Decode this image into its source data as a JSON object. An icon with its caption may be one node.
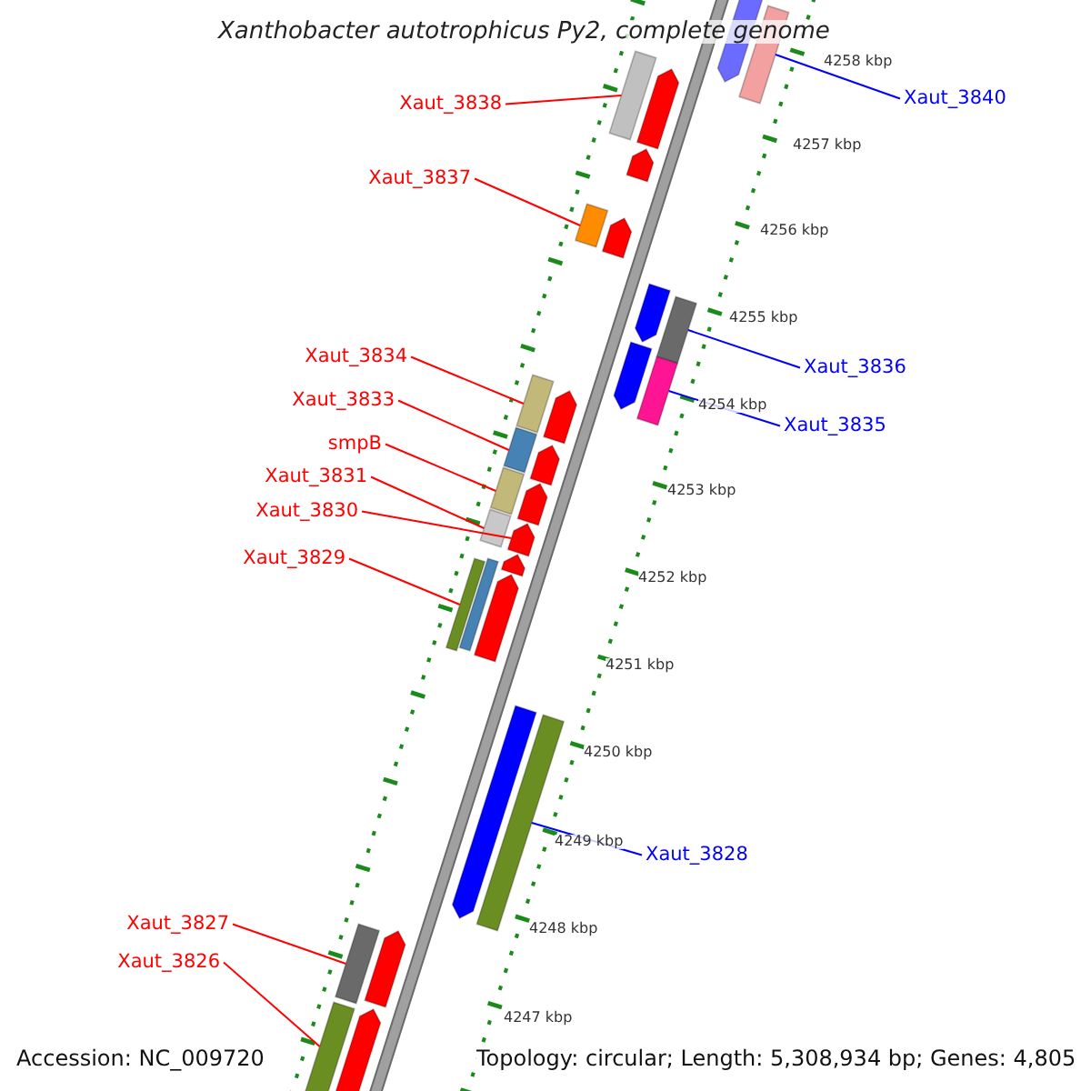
{
  "diagram": {
    "title": "Xanthobacter autotrophicus Py2, complete genome",
    "nodes": [
      {
        "text": [
          "Xaut_3838"
        ]
      },
      {
        "text": [
          "Xaut_3840"
        ]
      },
      {
        "text": [
          "Xaut_3837"
        ]
      },
      {
        "text": [
          "Xaut_3836"
        ]
      },
      {
        "text": [
          "Xaut_3834"
        ]
      },
      {
        "text": [
          "Xaut_3835"
        ]
      },
      {
        "text": [
          "Xaut_3833"
        ]
      },
      {
        "text": [
          "smpB"
        ]
      },
      {
        "text": [
          "Xaut_3831"
        ]
      },
      {
        "text": [
          "Xaut_3830"
        ]
      },
      {
        "text": [
          "Xaut_3829"
        ]
      },
      {
        "text": [
          "Xaut_3828"
        ]
      },
      {
        "text": [
          "Xaut_3827"
        ]
      },
      {
        "text": [
          "Xaut_3826"
        ]
      },
      {
        "text": [],
        "shape": "bar"
      },
      {
        "text": [],
        "shape": "bar"
      },
      {
        "text": [],
        "shape": "bar"
      },
      {
        "text": [],
        "shape": "bar"
      },
      {
        "text": [],
        "shape": "bar"
      },
      {
        "text": [],
        "shape": "bar"
      },
      {
        "text": [],
        "shape": "bar"
      },
      {
        "text": [],
        "shape": "bar"
      },
      {
        "text": [],
        "shape": "bar"
      },
      {
        "text": [],
        "shape": "bar"
      },
      {
        "text": [],
        "shape": "bar"
      },
      {
        "text": [],
        "shape": "bar"
      },
      {
        "text": [],
        "shape": "bar"
      },
      {
        "text": [],
        "shape": "bar"
      },
      {
        "text": [],
        "shape": "bar"
      },
      {
        "text": [],
        "shape": "bar"
      },
      {
        "text": [],
        "shape": "bar"
      },
      {
        "text": [],
        "shape": "bar"
      },
      {
        "text": [],
        "shape": "bar"
      },
      {
        "text": [],
        "shape": "bar"
      },
      {
        "text": [],
        "shape": "bar"
      },
      {
        "text": [],
        "shape": "bar"
      },
      {
        "text": [],
        "shape": "bar"
      },
      {
        "text": [],
        "shape": "bar"
      },
      {
        "text": [],
        "shape": "bar"
      },
      {
        "text": [],
        "shape": "bar"
      },
      {
        "text": [],
        "shape": "bar"
      },
      {
        "text": [],
        "shape": "bar"
      },
      {
        "text": [],
        "shape": "bar"
      }
    ],
    "edges": [
      {
        "from": 0,
        "to": 14,
        "arrow": "none"
      },
      {
        "from": 1,
        "to": 15,
        "arrow": "none",
        "color": "#0000ff"
      },
      {
        "from": 2,
        "to": 16,
        "arrow": "none"
      },
      {
        "from": 3,
        "to": 17,
        "arrow": "none",
        "color": "#0000ff"
      },
      {
        "from": 4,
        "to": 18,
        "arrow": "none"
      },
      {
        "from": 5,
        "to": 19,
        "arrow": "none",
        "color": "#0000ff"
      },
      {
        "from": 6,
        "to": 20,
        "arrow": "none"
      },
      {
        "from": 7,
        "to": 21,
        "arrow": "none"
      },
      {
        "from": 8,
        "to": 22,
        "arrow": "none"
      },
      {
        "from": 9,
        "to": 23,
        "arrow": "none"
      },
      {
        "from": 10,
        "to": 24,
        "arrow": "none"
      },
      {
        "from": 11,
        "to": 25,
        "arrow": "none",
        "color": "#0000ff"
      },
      {
        "from": 12,
        "to": 26,
        "arrow": "none"
      },
      {
        "from": 13,
        "to": 27,
        "arrow": "none"
      }
    ],
    "labels": [
      "4258 kbp",
      "4257 kbp",
      "4256 kbp",
      "4255 kbp",
      "4254 kbp",
      "4253 kbp",
      "4252 kbp",
      "4251 kbp",
      "4250 kbp",
      "4249 kbp",
      "4248 kbp",
      "4247 kbp",
      "Accession: NC_009720",
      "Topology: circular; Length: 5,308,934 bp; Genes: 4,805"
    ]
  }
}
